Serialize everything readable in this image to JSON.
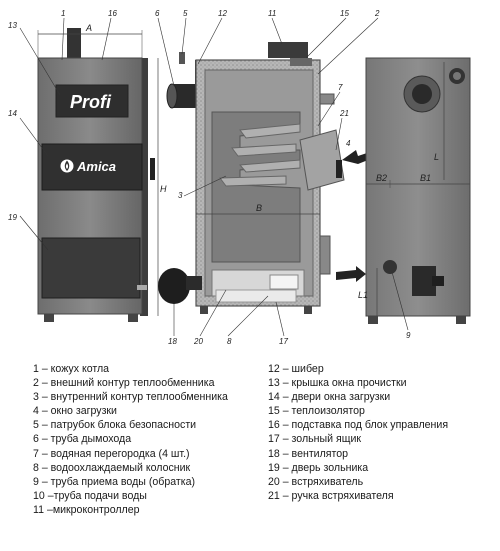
{
  "brand": {
    "model": "Profi",
    "maker": "Amica"
  },
  "dimension_letters": {
    "A": "A",
    "H": "H",
    "B": "B",
    "B1": "B1",
    "B2": "B2",
    "L": "L",
    "L1": "L1"
  },
  "callouts": {
    "c1": "1",
    "c2": "2",
    "c3": "3",
    "c4": "4",
    "c5": "5",
    "c6": "6",
    "c7": "7",
    "c8": "8",
    "c9": "9",
    "c11": "11",
    "c12": "12",
    "c13": "13",
    "c14": "14",
    "c15": "15",
    "c16": "16",
    "c17": "17",
    "c18": "18",
    "c19": "19",
    "c20": "20",
    "c21": "21"
  },
  "legend": {
    "left": [
      "1 – кожух котла",
      "2 – внешний контур теплообменника",
      "3 – внутренний контур теплообменника",
      "4 – окно загрузки",
      "5 – патрубок блока безопасности",
      "6 – труба дымохода",
      "7 – водяная перегородка (4 шт.)",
      "8 – водоохлаждаемый колосник",
      "9 – труба приема воды (обратка)",
      "10 –труба подачи воды",
      "11 –микроконтроллер"
    ],
    "right": [
      "12 – шибер",
      "13 – крышка окна прочистки",
      "14 – двери окна загрузки",
      "15 – теплоизолятор",
      "16 – подставка под блок управления",
      "17 – зольный ящик",
      "18 – вентилятор",
      "19 – дверь зольника",
      "20 – встряхиватель",
      "21 – ручка встряхивателя"
    ]
  }
}
